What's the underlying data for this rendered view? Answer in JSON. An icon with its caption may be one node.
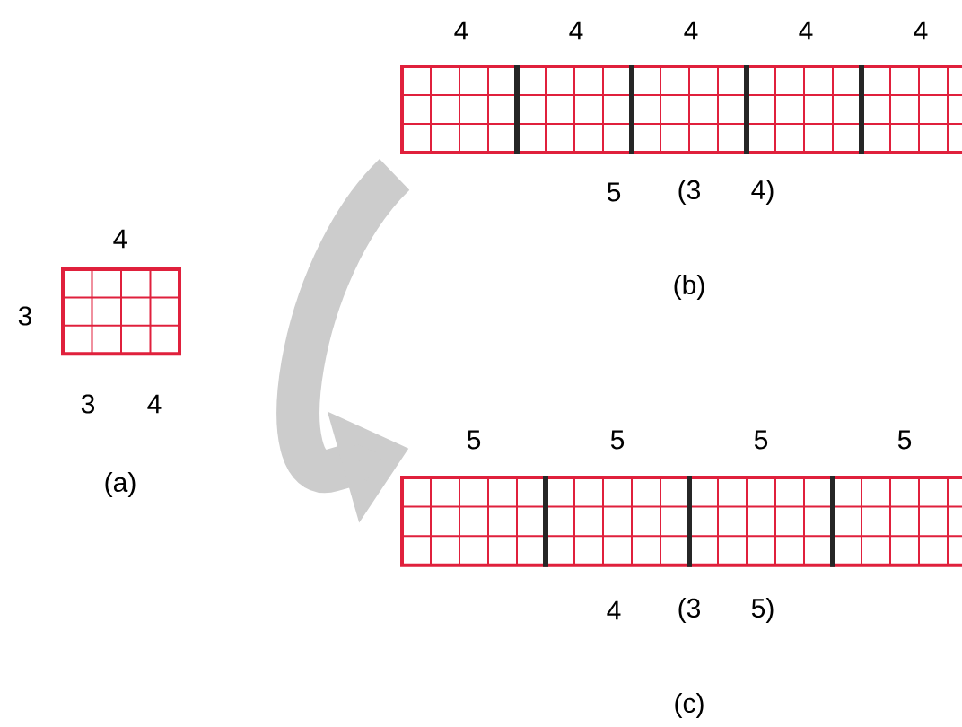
{
  "diagram": {
    "nodes": [
      {
        "text": [],
        "shape": "grid",
        "beside": [
          "4",
          "3",
          "3",
          "4",
          "(a)"
        ]
      },
      {
        "text": [],
        "shape": "grid",
        "beside": [
          "4",
          "4",
          "4",
          "4",
          "4",
          "5",
          "(3",
          "4)",
          "(b)"
        ]
      },
      {
        "text": [],
        "shape": "grid",
        "beside": [
          "5",
          "5",
          "5",
          "5",
          "4",
          "(3",
          "5)",
          "(c)"
        ]
      }
    ],
    "edges": [
      {
        "from": 1,
        "to": 2,
        "arrow": "to"
      }
    ]
  }
}
